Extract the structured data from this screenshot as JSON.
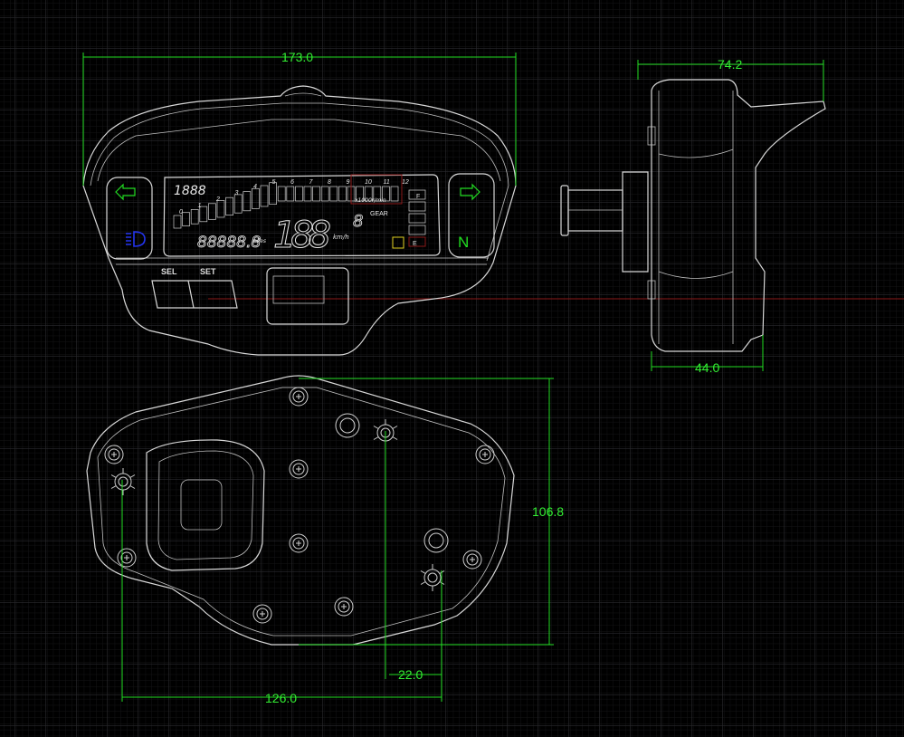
{
  "drawing": {
    "background": "#000000",
    "line_color": "#d8d8d8",
    "dimension_color": "#22dd22",
    "accent_red": "#8b1a1a",
    "dimensions": {
      "front_width": "173.0",
      "side_depth": "74.2",
      "side_base": "44.0",
      "rear_height": "106.8",
      "rear_mount_width": "126.0",
      "rear_mount_offset": "22.0"
    },
    "front_view": {
      "trip_digits": "1888",
      "tach_numbers": [
        "0",
        "1",
        "2",
        "3",
        "4",
        "5",
        "6",
        "7",
        "8",
        "9",
        "10",
        "11",
        "12"
      ],
      "tach_unit": "x1000r/min",
      "speed_digits": "188",
      "gear_digit": "8",
      "gear_label": "GEAR",
      "odometer_digits": "88888.8",
      "odometer_unit": "miles",
      "speed_unit": "km/h",
      "fuel_full": "F",
      "fuel_empty": "E",
      "neutral": "N",
      "buttons": [
        "SEL",
        "SET"
      ],
      "icons": [
        "left-turn-signal-icon",
        "high-beam-icon",
        "right-turn-signal-icon",
        "fuel-pump-icon"
      ]
    }
  }
}
